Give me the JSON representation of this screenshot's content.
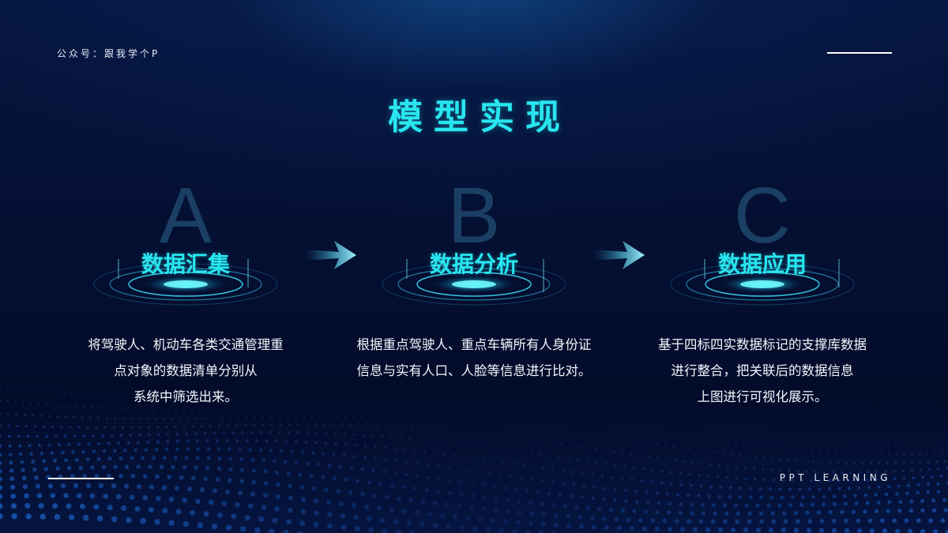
{
  "brand": "公众号：跟我学个P",
  "brand_en": "PPT LEARNING",
  "title": "模型实现",
  "steps": [
    {
      "letter": "A",
      "heading": "数据汇集",
      "desc": [
        "将驾驶人、机动车各类交通管理重",
        "点对象的数据清单分别从",
        "系统中筛选出来。"
      ]
    },
    {
      "letter": "B",
      "heading": "数据分析",
      "desc": [
        "根据重点驾驶人、重点车辆所有人身份证",
        "信息与实有人口、人脸等信息进行比对。"
      ]
    },
    {
      "letter": "C",
      "heading": "数据应用",
      "desc": [
        "基于四标四实数据标记的支撑库数据",
        "进行整合，把关联后的数据信息",
        "上图进行可视化展示。"
      ]
    }
  ],
  "colors": {
    "accent": "#28e6f0",
    "background": "#040d2e",
    "ghost_letter": "#1b3f63",
    "text": "#f3f6fb"
  },
  "icons": [
    "flow-arrow-icon",
    "ring-platform-icon"
  ]
}
